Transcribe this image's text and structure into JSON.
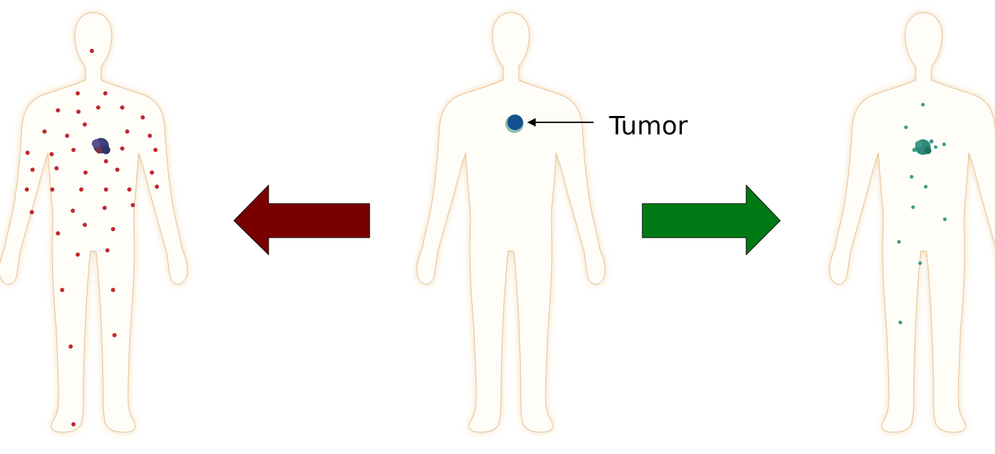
{
  "diagram": {
    "annotation_label": "Tumor",
    "colors": {
      "body_fill": "#FFFDF8",
      "body_glow": "#F2D7AE",
      "body_outline": "#E6C195",
      "red_dot": "#C0282E",
      "tumor_blue": "#14508E",
      "tumor_teal": "#2E8A7A",
      "metastasis_teal": "#3C9A8A",
      "arrow_left_fill": "#7A0000",
      "arrow_right_fill": "#007A14",
      "arrow_stroke": "#000000"
    },
    "figures": [
      {
        "id": "left",
        "name": "figure-widespread-metastasis",
        "spot_style": "red-dots",
        "spot_count": 44
      },
      {
        "id": "center",
        "name": "figure-primary-tumor",
        "spot_style": "blue-tumor",
        "spot_count": 0
      },
      {
        "id": "right",
        "name": "figure-limited-metastasis",
        "spot_style": "teal-dots",
        "spot_count": 10
      }
    ],
    "arrows": [
      {
        "name": "left-arrow",
        "direction": "left",
        "color_key": "arrow_left_fill"
      },
      {
        "name": "right-arrow",
        "direction": "right",
        "color_key": "arrow_right_fill"
      }
    ]
  }
}
